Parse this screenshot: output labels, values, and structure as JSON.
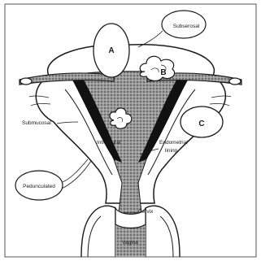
{
  "diagram": {
    "labels": {
      "subserosal": "Subserosal",
      "submucosal": "Submucosal",
      "intramural": "Intramural",
      "endometrial_lining": [
        "Endometrial",
        "lining"
      ],
      "pedunculated": "Pedunculated",
      "cervix": "Cervix",
      "vagina": "Vagina"
    },
    "markers": {
      "a": "A",
      "b": "B",
      "c": "C"
    },
    "colors": {
      "ink": "#1a1a1a",
      "stipple": "#8a8a8a",
      "paper": "#ffffff",
      "frame": "#555555"
    }
  }
}
